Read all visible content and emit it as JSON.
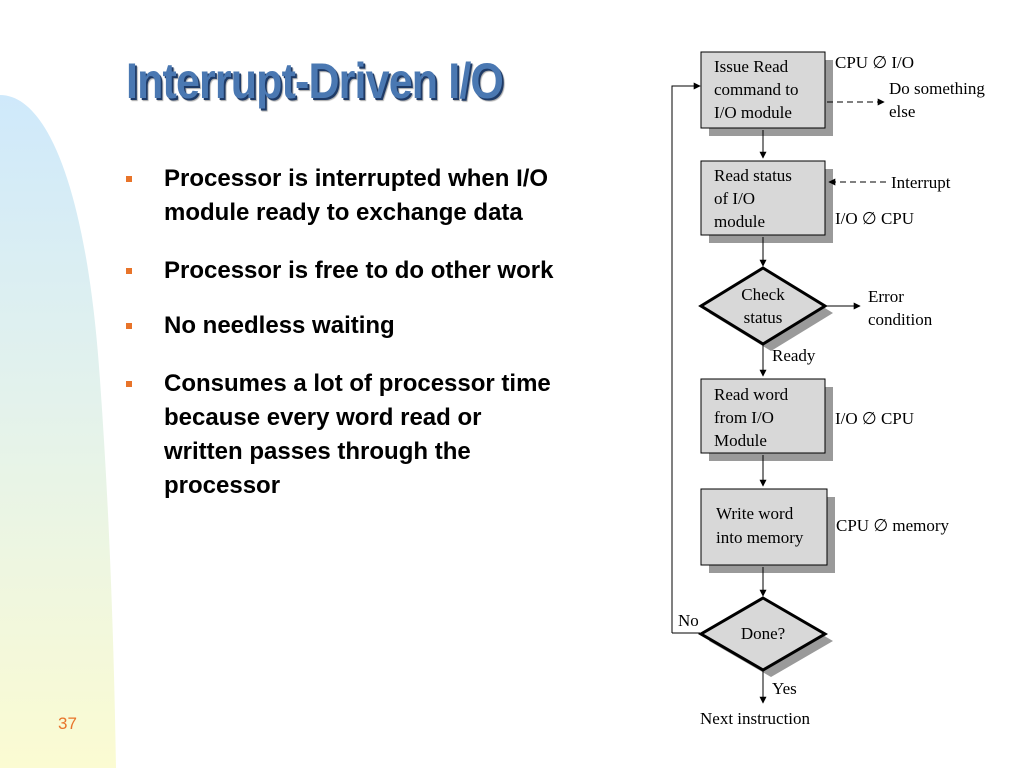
{
  "slide": {
    "title": "Interrupt-Driven I/O",
    "page_number": "37"
  },
  "bullets": [
    {
      "lines": [
        "Processor is interrupted when I/O",
        "module ready to exchange data"
      ]
    },
    {
      "lines": [
        "Processor is free to do other work"
      ]
    },
    {
      "lines": [
        "No needless waiting"
      ]
    },
    {
      "lines": [
        "Consumes a lot of processor time",
        "because every word read or",
        "written passes through the",
        "processor"
      ]
    }
  ],
  "flowchart": {
    "box_issue_read": [
      "Issue Read",
      "command to",
      "I/O module"
    ],
    "box_read_status": [
      "Read status",
      "of I/O",
      "module"
    ],
    "box_read_word": [
      "Read word",
      "from I/O",
      "Module"
    ],
    "box_write_word": [
      "Write word",
      "into memory"
    ],
    "diamond_check": [
      "Check",
      "status"
    ],
    "diamond_done": "Done?",
    "note_cpu_io": "CPU ∅ I/O",
    "note_do_something": [
      "Do something",
      "else"
    ],
    "note_interrupt": "Interrupt",
    "note_io_cpu_1": "I/O ∅ CPU",
    "note_error": [
      "Error",
      "condition"
    ],
    "label_ready": "Ready",
    "note_io_cpu_2": "I/O ∅ CPU",
    "note_cpu_memory": "CPU ∅ memory",
    "label_no": "No",
    "label_yes": "Yes",
    "next_instruction": "Next instruction"
  },
  "colors": {
    "title": "#4a78b2",
    "bullet_marker": "#e8742a",
    "page_number": "#e8742a",
    "box_fill": "#d8d8d8",
    "box_shadow": "#9a9a9a"
  }
}
